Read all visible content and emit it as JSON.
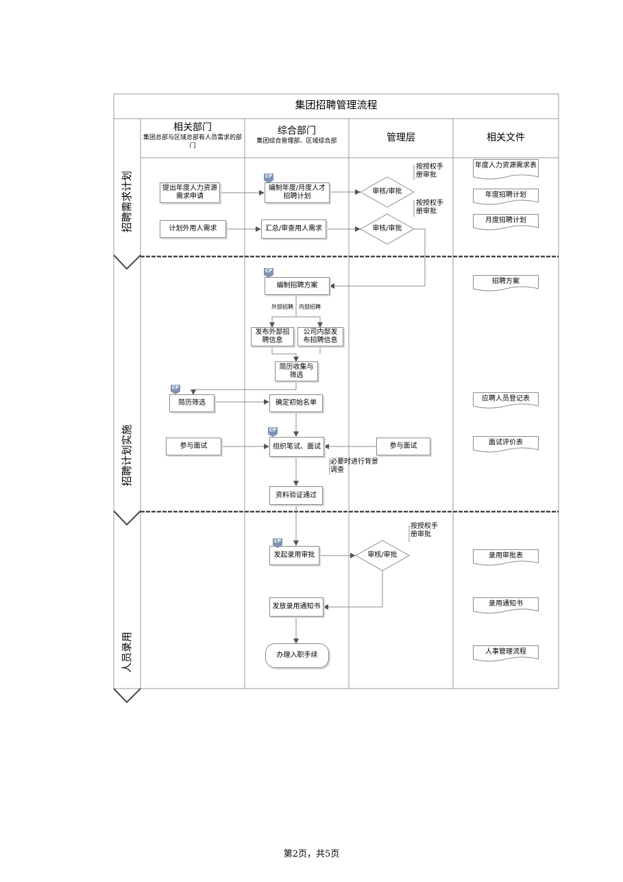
{
  "title": "集团招聘管理流程",
  "lanes": [
    {
      "title": "相关部门",
      "subtitle": "集团总部与区域总部有人员需求的部门"
    },
    {
      "title": "综合部门",
      "subtitle": "集团综合管理部、区域综合部"
    },
    {
      "title": "管理层",
      "subtitle": ""
    },
    {
      "title": "相关文件",
      "subtitle": ""
    }
  ],
  "phases": [
    "招聘需求计划",
    "招聘计划实施",
    "人员录用"
  ],
  "cp_label": "CP",
  "boxes": {
    "b1": "提出年度人力资源需求申请",
    "b2": "编制年度/月度人才招聘计划",
    "b3": "计划外用人需求",
    "b4": "汇总/审查用人需求",
    "b5": "编制招聘方案",
    "b6": "发布外部招聘信息",
    "b7": "公司内部发布招聘信息",
    "b8": "简历收集与筛选",
    "b9": "简历筛选",
    "b10": "确定初始名单",
    "b11": "参与面试",
    "b12": "组织笔试、面试",
    "b13": "参与面试",
    "b14": "资料验证通过",
    "b15": "发起录用审批",
    "b16": "发放录用通知书",
    "b17": "办理入职手续"
  },
  "decisions": {
    "d1": "审核/审批",
    "d2": "审核/审批",
    "d3": "审核/审批"
  },
  "notes": {
    "n1": "按授权手册审批",
    "n2": "按授权手册审批",
    "n3": "按授权手册审批",
    "ext": "外部招聘",
    "int": "内部招聘",
    "bg": "必要时进行背景调查"
  },
  "docs": {
    "f1": "年度人力资源需求表",
    "f2": "年度招聘计划",
    "f3": "月度招聘计划",
    "f4": "招聘方案",
    "f5": "应聘人员登记表",
    "f6": "面试评价表",
    "f7": "录用审批表",
    "f8": "录用通知书",
    "f9": "人事管理流程"
  },
  "footer": "第2页，共5页",
  "colors": {
    "cp_badge": "#7f93b3",
    "line": "#8a8a8a",
    "arrow": "#555555"
  }
}
